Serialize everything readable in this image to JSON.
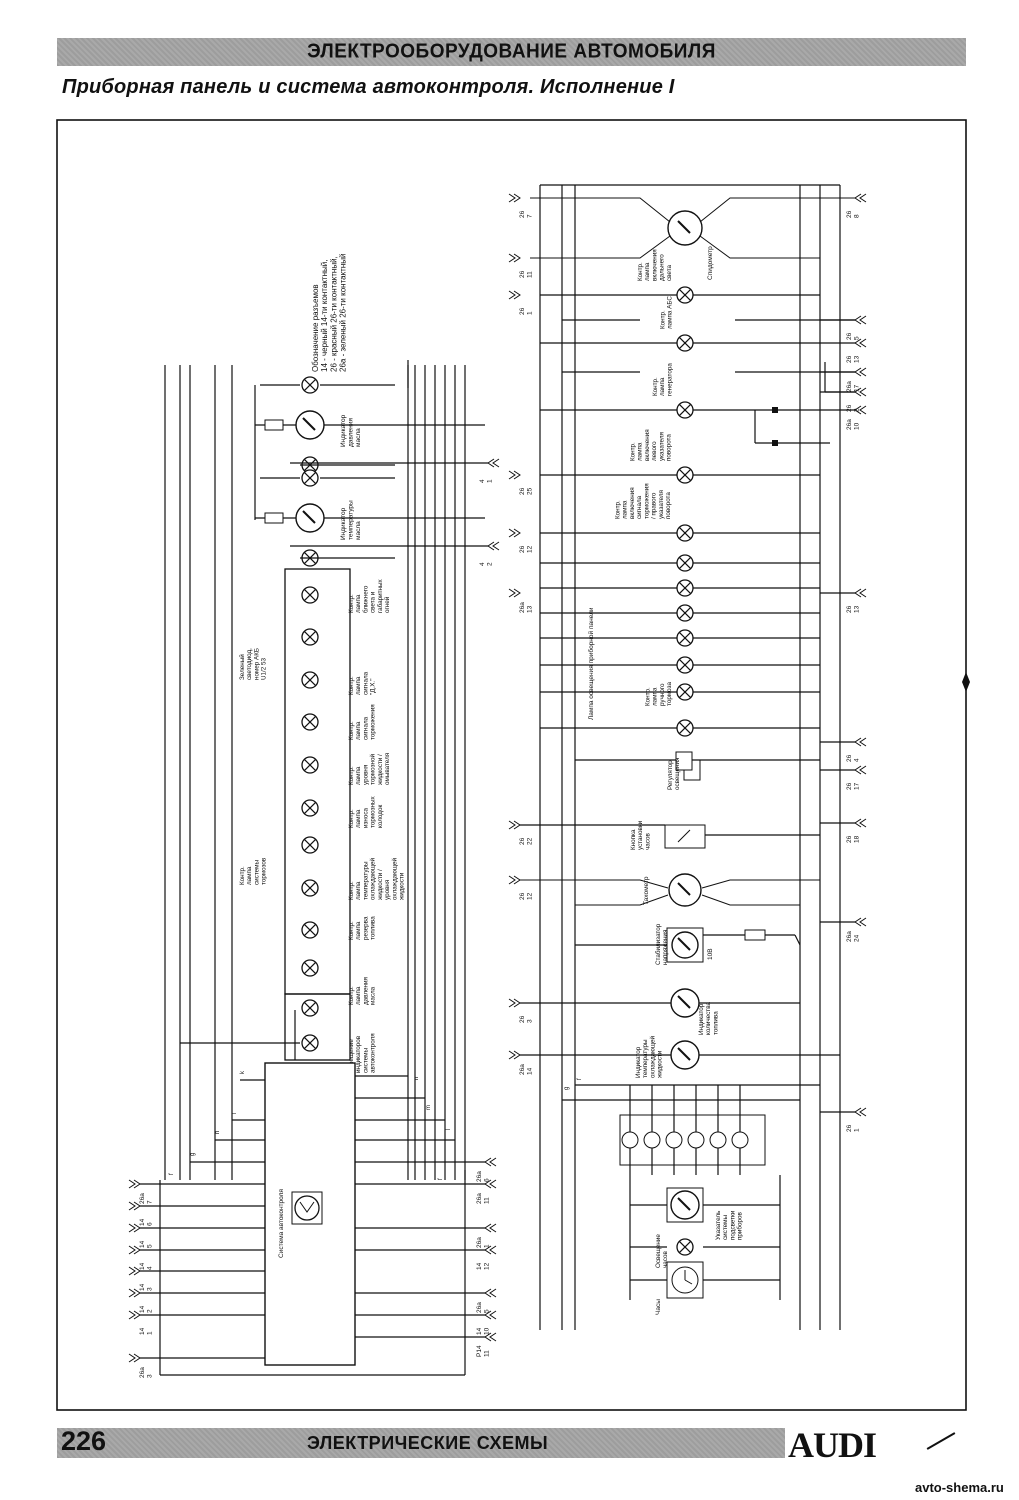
{
  "header": {
    "section": "ЭЛЕКТРООБОРУДОВАНИЕ АВТОМОБИЛЯ",
    "subtitle": "Приборная панель и система автоконтроля. Исполнение I"
  },
  "footer": {
    "page_number": "226",
    "title": "ЭЛЕКТРИЧЕСКИЕ СХЕМЫ",
    "logo": "AUDI",
    "watermark": "avto-shema.ru"
  },
  "legend": [
    "Обозначение разъемов",
    "14 - черный 14-ти контактный,",
    "26 - красный 26-ти контактный,",
    "26a - зеленый 26-ти контактный"
  ],
  "left_panel": {
    "oil_gauges": [
      "Индикатор давления масла",
      "Индикатор температуры масла"
    ],
    "group_labels": [
      "Зеленый светодиод, номер АКБ U1/2 53",
      "Контр. лампа системы тормозов"
    ],
    "lamps": [
      "Контр. лампа ближнего света и габаритных огней",
      "Контр. лампа сигнала \"Д.Х.\"",
      "Контр. лампа сигнала торможения",
      "Контр. лампа уровня тормозной жидкости / омывателя",
      "Контр. лампа износа тормозных колодок",
      "Контр. лампа температуры охлаждающей жидкости / уровня охлаждающей жидкости",
      "Контр. лампа резерва топлива",
      "Контр. лампа давления масла",
      "Освещение индикаторов системы автоконтроля"
    ],
    "control_unit": "Система автоконтроля",
    "wire_marks": [
      "f",
      "g",
      "h",
      "i",
      "k",
      "l",
      "m",
      "n"
    ],
    "connectors_left": [
      "26a 7",
      "14 6",
      "14 5",
      "14 4",
      "14 3",
      "14 2",
      "14 1",
      "26a 3"
    ],
    "connectors_right": [
      "26a 6",
      "26a 11",
      "26a 1",
      "14 12",
      "26a 5",
      "14 10",
      "P14 11"
    ],
    "connectors_top": [
      "4 1",
      "4 2"
    ]
  },
  "right_panel": {
    "speedometer": "Спидометр",
    "lamps": [
      "Контр. лампа включения дальнего света",
      "Контр. лампа АБС",
      "Контр. лампа генератора",
      "Контр. лампа включения левого указателя поворота",
      "Контр. лампа включения сигнала торможения / правого указателя поворота",
      "Лампа освещения приборной панели",
      "Контр. лампа ручного тормоза"
    ],
    "regulator": "Регулятор освещения",
    "clock_button": "Кнопка установки часов",
    "tachometer": "Тахометр",
    "stabilizer": "Стабилизатор напряжения",
    "stabilizer_value": "10В",
    "fuel_gauge": "Индикатор количества топлива",
    "coolant_gauge": "Индикатор температуры охлаждающей жидкости",
    "indicator_bottom": "Указатель системы подсветки приборов",
    "clock_light": "Освещение часов",
    "clock": "Часы",
    "connectors_left": [
      "26 7",
      "26 11",
      "26 1",
      "26 25",
      "26 12",
      "26a 13",
      "26 22",
      "26 12",
      "26 3",
      "26a 14"
    ],
    "connectors_right": [
      "26 8",
      "26 5",
      "26 13",
      "26a 17",
      "26 2",
      "26a 10",
      "26 13",
      "26 4",
      "26 17",
      "26 18",
      "26a 24",
      "26 1"
    ],
    "wire_marks": [
      "g",
      "f"
    ]
  }
}
